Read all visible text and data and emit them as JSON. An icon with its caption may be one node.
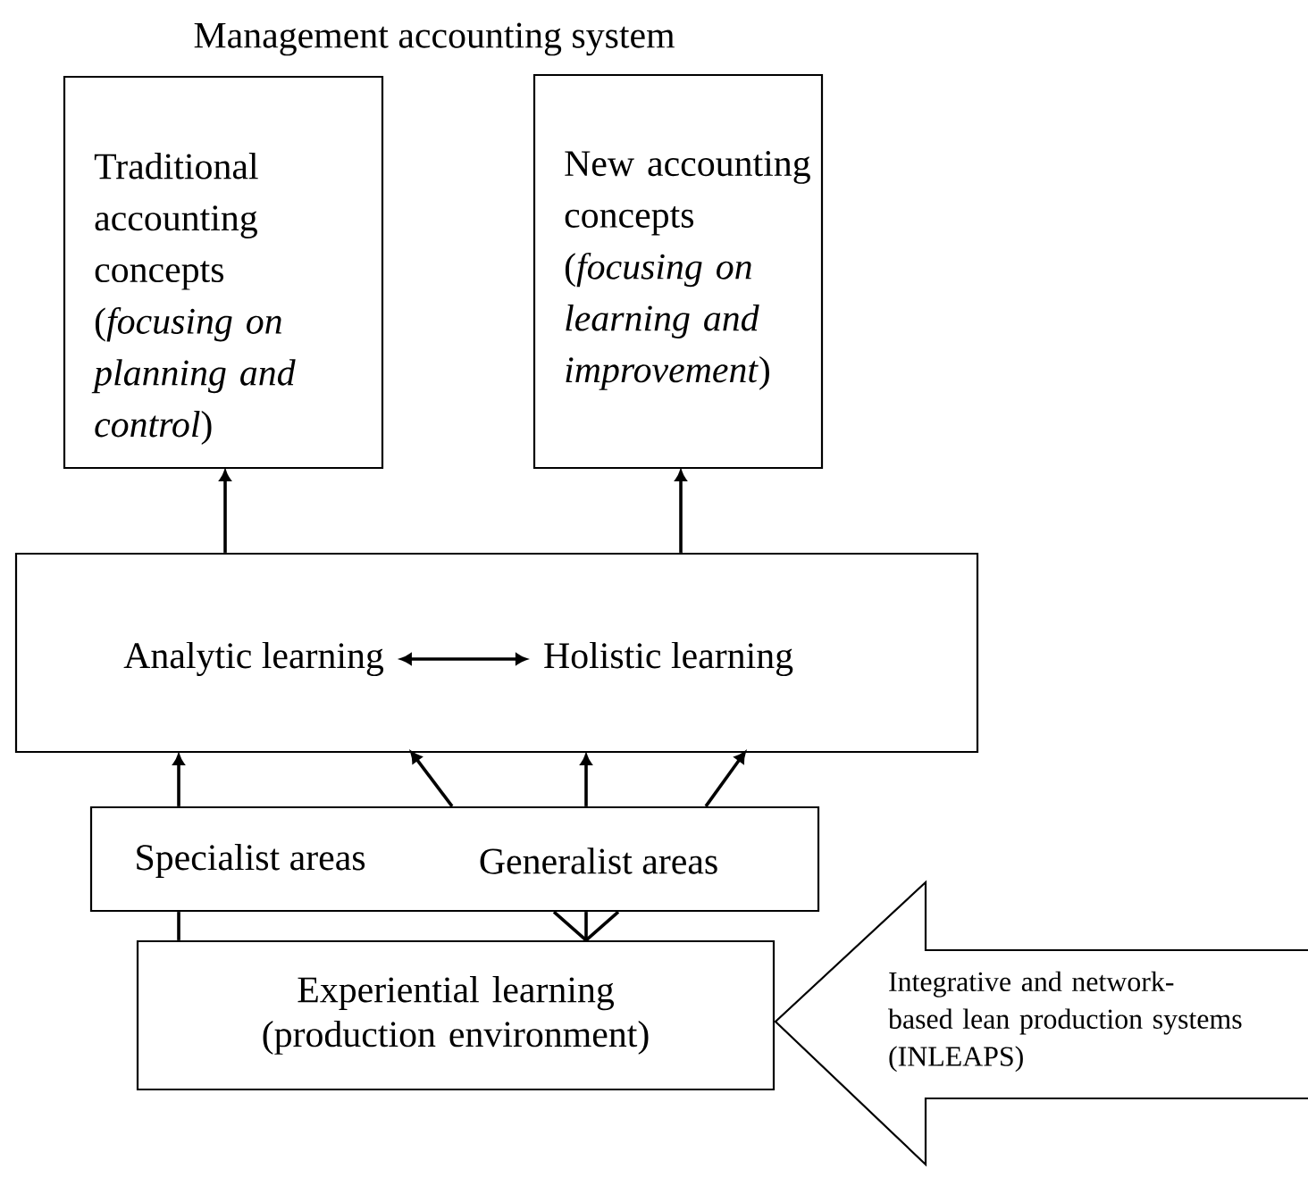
{
  "diagram": {
    "title": "Management accounting system",
    "nodes": [
      {
        "text": [
          "Traditional accounting concepts (*focusing on planning and control*)"
        ]
      },
      {
        "text": [
          "New accounting concepts (*focusing on learning and improvement*)"
        ]
      },
      {
        "text": [],
        "shape": "box"
      },
      {
        "text": [
          "Analytic learning"
        ],
        "in": 2
      },
      {
        "text": [
          "Holistic learning"
        ],
        "in": 2
      },
      {
        "text": [],
        "shape": "box"
      },
      {
        "text": [
          "Specialist areas"
        ],
        "in": 5
      },
      {
        "text": [
          "Generalist areas"
        ],
        "in": 5
      },
      {
        "text": [
          "Experiential learning (production environment)"
        ]
      },
      {
        "text": [
          "Integrative and network-based lean production systems (INLEAPS)"
        ]
      }
    ],
    "edges": [
      {
        "from": 2,
        "to": 0,
        "arrow": "to"
      },
      {
        "from": 2,
        "to": 1,
        "arrow": "to"
      },
      {
        "from": 3,
        "to": 4,
        "arrow": "both"
      },
      {
        "from": 5,
        "to": 2,
        "arrow": "to"
      },
      {
        "from": 5,
        "to": 2,
        "arrow": "to"
      },
      {
        "from": 5,
        "to": 2,
        "arrow": "to"
      },
      {
        "from": 5,
        "to": 2,
        "arrow": "to"
      },
      {
        "from": 8,
        "to": 5,
        "arrow": "none"
      },
      {
        "from": 8,
        "to": 5,
        "arrow": "none"
      },
      {
        "from": 8,
        "to": 5,
        "arrow": "none"
      },
      {
        "from": 8,
        "to": 5,
        "arrow": "none"
      }
    ]
  }
}
